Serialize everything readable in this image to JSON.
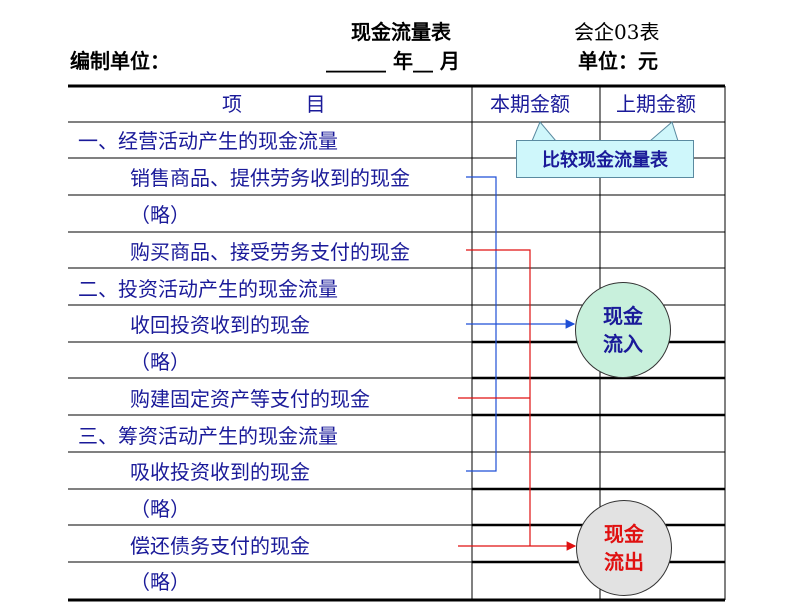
{
  "header": {
    "title": "现金流量表",
    "form_code": "会企03表",
    "prepared_by_label": "编制单位：",
    "date_blank": "______ 年__ 月",
    "unit": "单位：元"
  },
  "table": {
    "col_item": "项          目",
    "col_current": "本期金额",
    "col_previous": "上期金额",
    "rows": [
      "一、经营活动产生的现金流量",
      "销售商品、提供劳务收到的现金",
      "（略）",
      "购买商品、接受劳务支付的现金",
      "二、投资活动产生的现金流量",
      "收回投资收到的现金",
      "（略）",
      "购建固定资产等支付的现金",
      "三、筹资活动产生的现金流量",
      "吸收投资收到的现金",
      "（略）",
      "偿还债务支付的现金",
      "（略）"
    ]
  },
  "callout": {
    "label": "比较现金流量表"
  },
  "inflow": {
    "line1": "现金",
    "line2": "流入"
  },
  "outflow": {
    "line1": "现金",
    "line2": "流出"
  },
  "colors": {
    "text_blue": "#1a1a99",
    "inflow_arrow": "#1f4fd6",
    "outflow_arrow": "#e01010",
    "callout_bg": "#cff7fb",
    "inflow_bg": "#c8f0dc",
    "outflow_bg": "#e2e2e2"
  }
}
